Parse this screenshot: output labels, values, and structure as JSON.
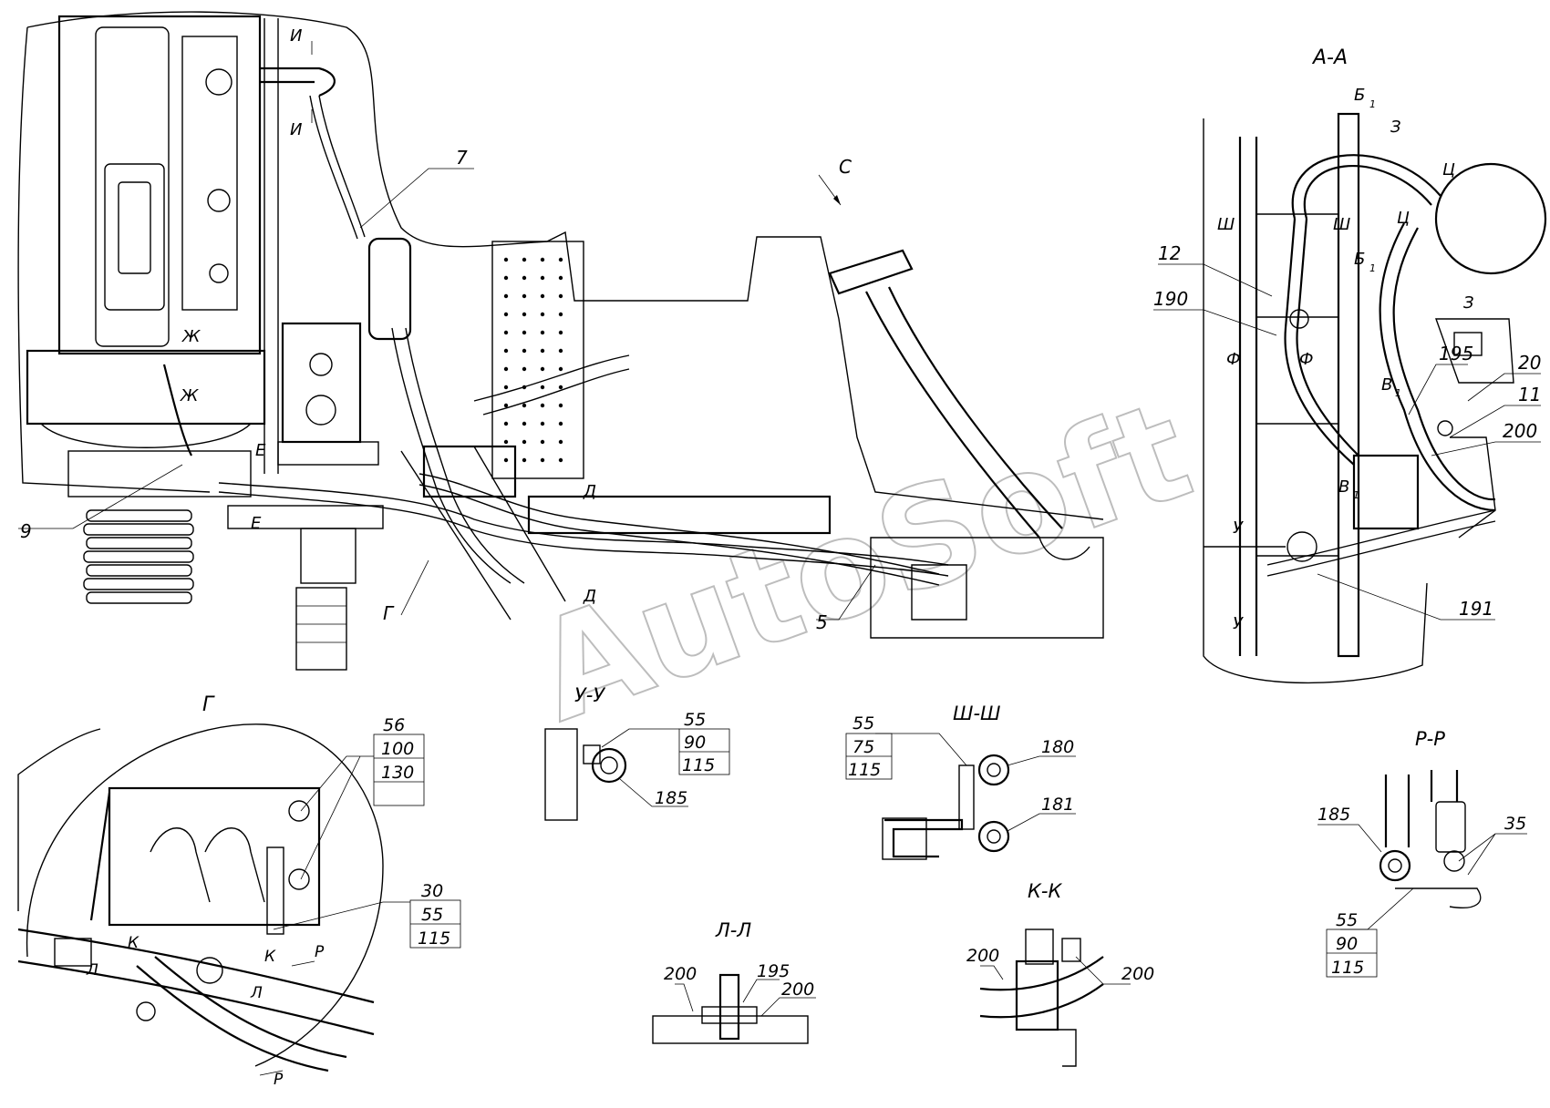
{
  "watermark": "AutoSoft",
  "main_view": {
    "labels": {
      "c": "С",
      "i_top": "И",
      "i_bottom": "И",
      "zh_top": "Ж",
      "zh_bottom": "Ж",
      "e_top": "Е",
      "e_bottom": "Е",
      "d_top": "Д",
      "d_bottom": "Д",
      "g": "Г"
    },
    "callouts": [
      "7",
      "9",
      "5"
    ]
  },
  "section_aa": {
    "title": "А-А",
    "labels": {
      "b1_top": "Б",
      "b1_bottom": "Б",
      "b1_sub": "1",
      "z_top": "З",
      "z_bottom": "З",
      "ts_top": "Ц",
      "ts_bottom": "Ц",
      "sh_left": "Ш",
      "sh_right": "Ш",
      "f_left": "Ф",
      "f_right": "Ф",
      "v1_top": "В",
      "v1_bottom": "В",
      "v1_sub": "1",
      "u_top": "У",
      "u_bottom": "У"
    },
    "callouts": [
      "12",
      "190",
      "195",
      "20",
      "11",
      "200",
      "191"
    ]
  },
  "detail_g": {
    "title": "Г",
    "stack_top": [
      "56",
      "100",
      "130"
    ],
    "stack_bottom": [
      "30",
      "55",
      "115"
    ],
    "labels": {
      "k1": "К",
      "k2": "К",
      "l1": "Л",
      "l2": "Л",
      "p1": "Р",
      "p2": "Р"
    }
  },
  "section_uu": {
    "title": "У-У",
    "stack": [
      "55",
      "90",
      "115"
    ],
    "callout": "185"
  },
  "section_shsh": {
    "title": "Ш-Ш",
    "stack": [
      "55",
      "75",
      "115"
    ],
    "callouts": [
      "180",
      "181"
    ]
  },
  "section_pp": {
    "title": "Р-Р",
    "callouts": [
      "185",
      "35"
    ],
    "stack": [
      "55",
      "90",
      "115"
    ]
  },
  "section_ll": {
    "title": "Л-Л",
    "callouts": [
      "200",
      "195",
      "200"
    ]
  },
  "section_kk": {
    "title": "К-К",
    "callouts": [
      "200",
      "200"
    ]
  }
}
